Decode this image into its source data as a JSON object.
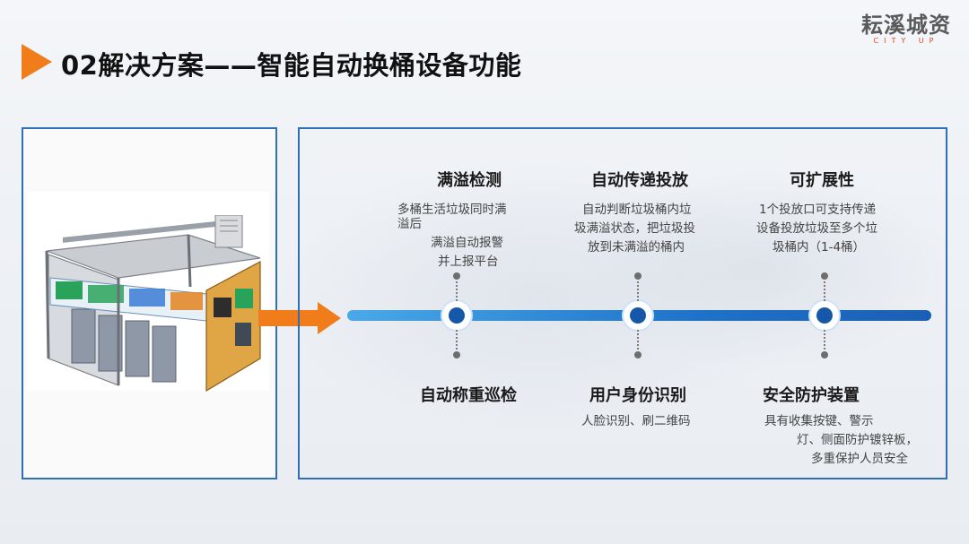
{
  "header": {
    "title": "02解决方案——智能自动换桶设备功能",
    "logo_main": "耘溪城资",
    "logo_sub": "CITY UP"
  },
  "colors": {
    "accent": "#f07d1a",
    "border": "#2f6fb5",
    "timeline": "#1f72c9",
    "node": "#1558a8"
  },
  "features_top": [
    {
      "title": "满溢检测",
      "desc": [
        "多桶生活垃圾同时满",
        "溢后",
        "满溢自动报警",
        "并上报平台"
      ]
    },
    {
      "title": "自动传递投放",
      "desc": [
        "自动判断垃圾桶内垃",
        "圾满溢状态，把垃圾投",
        "放到未满溢的桶内"
      ]
    },
    {
      "title": "可扩展性",
      "desc": [
        "1个投放口可支持传递",
        "设备投放垃圾至多个垃",
        "圾桶内（1-4桶）"
      ]
    }
  ],
  "features_bottom": [
    {
      "title": "自动称重巡检",
      "desc": []
    },
    {
      "title": "用户身份识别",
      "desc": [
        "人脸识别、刷二维码"
      ]
    },
    {
      "title": "安全防护装置",
      "desc": [
        "具有收集按键、警示",
        "灯、侧面防护镀锌板，",
        "多重保护人员安全"
      ]
    }
  ]
}
